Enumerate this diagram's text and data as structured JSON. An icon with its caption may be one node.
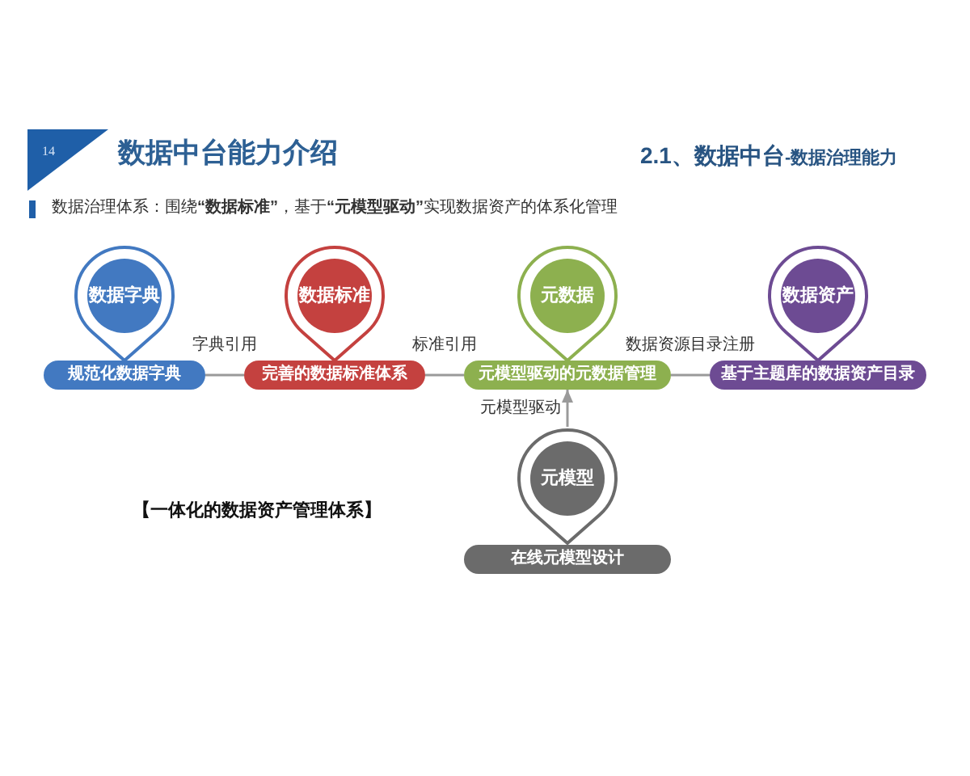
{
  "diagram": {
    "title": "数据中台能力介绍",
    "nodes": [
      {
        "text": [
          "14"
        ]
      },
      {
        "text": [
          "数据字典"
        ]
      },
      {
        "text": [
          "数据标准"
        ]
      },
      {
        "text": [
          "元数据"
        ]
      },
      {
        "text": [
          "数据资产"
        ]
      },
      {
        "text": [
          "规范化数据字典"
        ]
      },
      {
        "text": [
          "完善的数据标准体系"
        ]
      },
      {
        "text": [
          "元模型驱动的元数据管理"
        ]
      },
      {
        "text": [
          "基于主题库的数据资产目录"
        ]
      },
      {
        "text": [
          "元模型"
        ]
      },
      {
        "text": [
          "在线元模型设计"
        ]
      }
    ],
    "edges": [
      {
        "from": 5,
        "to": 6,
        "arrow": "none",
        "label": "字典引用"
      },
      {
        "from": 6,
        "to": 7,
        "arrow": "none",
        "label": "标准引用"
      },
      {
        "from": 7,
        "to": 8,
        "arrow": "none",
        "label": "数据资源目录注册"
      },
      {
        "from": 9,
        "to": 7,
        "arrow": "to",
        "label": "元模型驱动"
      }
    ],
    "labels": [
      "2.1、数据中台",
      "-数据治理能力",
      "数据治理体系：围绕**“数据标准”**，基于**“元模型驱动”**实现数据资产的体系化管理",
      "【一体化的数据资产管理体系】"
    ]
  }
}
